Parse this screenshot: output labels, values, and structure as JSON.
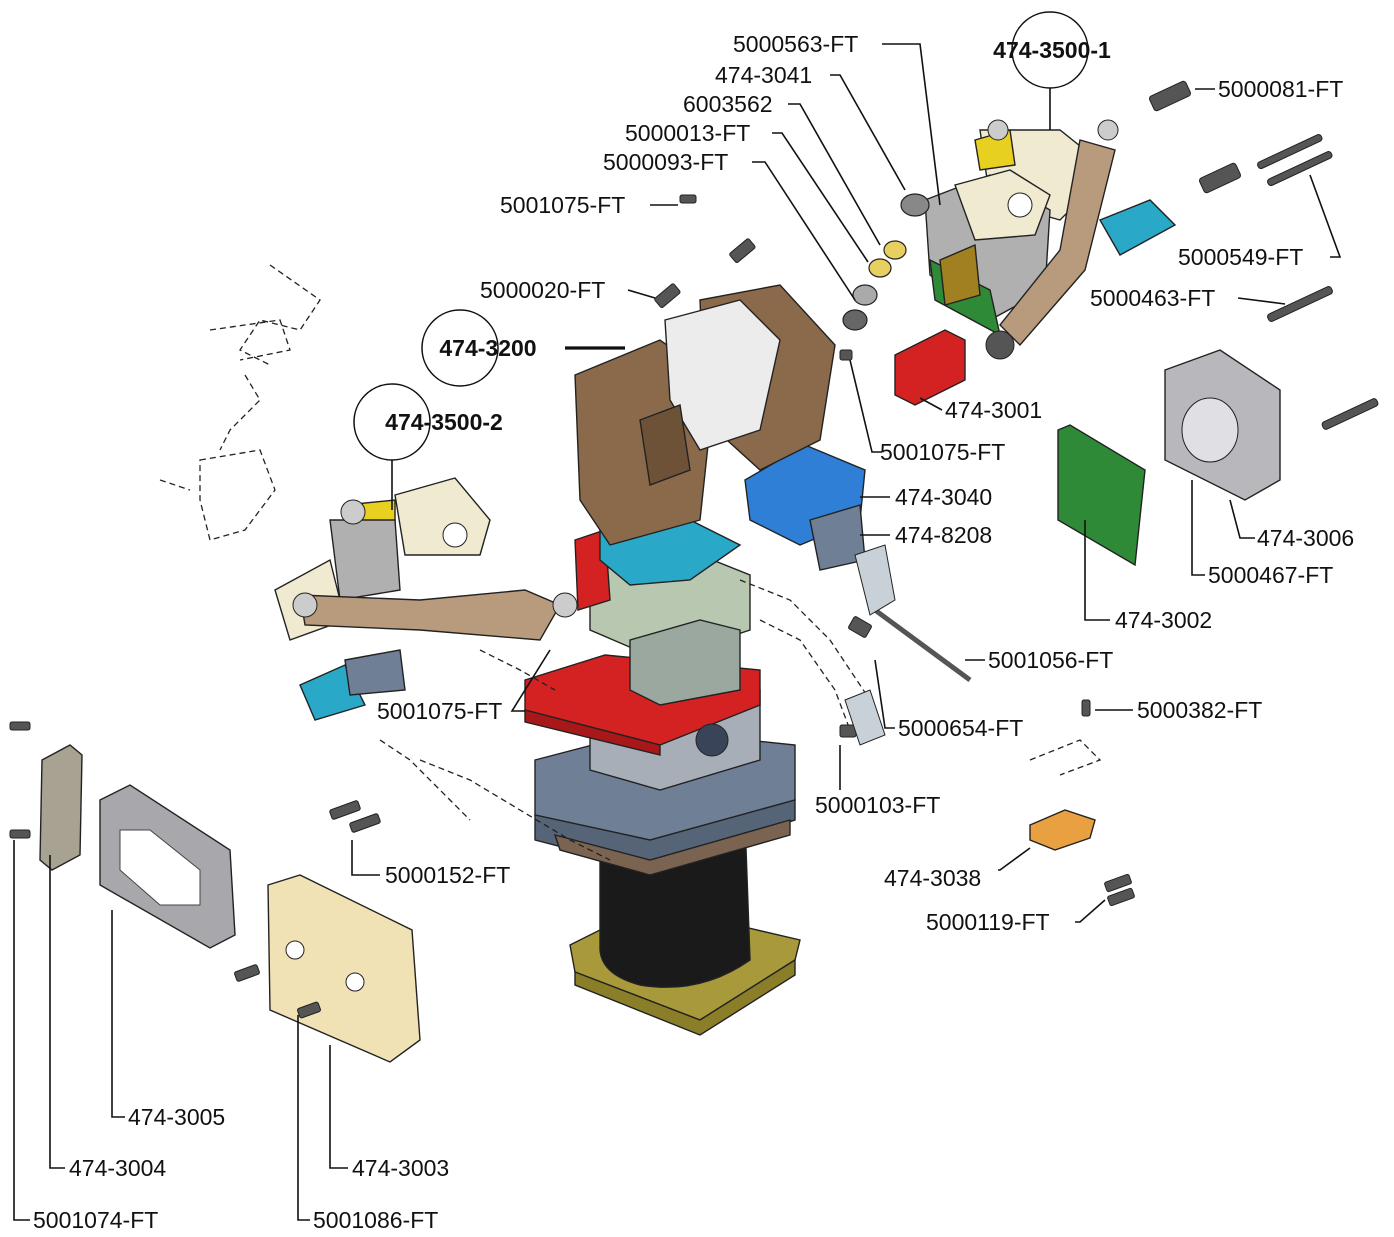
{
  "assemblies": {
    "top_right": "474-3500-1",
    "center": "474-3200",
    "left": "474-3500-2"
  },
  "callouts": {
    "c_5000563": "5000563-FT",
    "c_4743041": "474-3041",
    "c_6003562": "6003562",
    "c_5000013": "5000013-FT",
    "c_5000093": "5000093-FT",
    "c_5001075_top": "5001075-FT",
    "c_5000020": "5000020-FT",
    "c_5000081": "5000081-FT",
    "c_5000549": "5000549-FT",
    "c_5000463": "5000463-FT",
    "c_4743001": "474-3001",
    "c_5001075_mid": "5001075-FT",
    "c_4743040": "474-3040",
    "c_4748208": "474-8208",
    "c_4743006": "474-3006",
    "c_5000467": "5000467-FT",
    "c_4743002": "474-3002",
    "c_5001056": "5001056-FT",
    "c_5001075_low": "5001075-FT",
    "c_5000654": "5000654-FT",
    "c_5000382": "5000382-FT",
    "c_5000103": "5000103-FT",
    "c_5000152": "5000152-FT",
    "c_4743038": "474-3038",
    "c_5000119": "5000119-FT",
    "c_4743005": "474-3005",
    "c_4743004": "474-3004",
    "c_4743003": "474-3003",
    "c_5001074": "5001074-FT",
    "c_5001086": "5001086-FT"
  },
  "colors": {
    "brown_plate": "#8a6a4a",
    "tan_arm": "#b89a7c",
    "cream": "#f0ead0",
    "red": "#d42222",
    "blue": "#2f7fd6",
    "teal": "#2aa8c8",
    "green": "#2f8a38",
    "slate": "#6f7f96",
    "gray": "#a8a8a8",
    "black": "#1a1a1a",
    "olive": "#a89a3a",
    "orange": "#e8a040",
    "yellow": "#e8d020",
    "mint": "#b8c8b0"
  }
}
